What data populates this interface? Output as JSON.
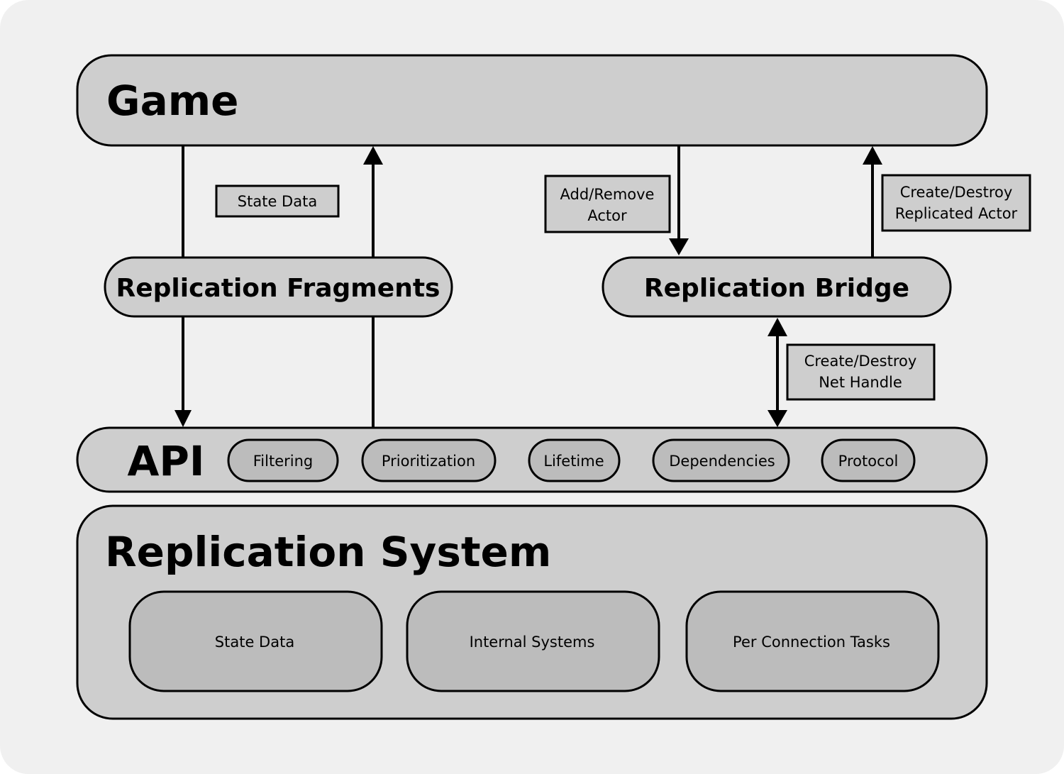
{
  "game": {
    "title": "Game"
  },
  "replication_fragments": {
    "title": "Replication Fragments"
  },
  "replication_bridge": {
    "title": "Replication Bridge"
  },
  "labels": {
    "state_data": "State Data",
    "add_remove_actor": [
      "Add/Remove",
      "Actor"
    ],
    "create_destroy_replicated_actor": [
      "Create/Destroy",
      "Replicated Actor"
    ],
    "create_destroy_net_handle": [
      "Create/Destroy",
      "Net Handle"
    ]
  },
  "api": {
    "title": "API",
    "items": [
      "Filtering",
      "Prioritization",
      "Lifetime",
      "Dependencies",
      "Protocol"
    ]
  },
  "replication_system": {
    "title": "Replication System",
    "components": [
      "State Data",
      "Internal Systems",
      "Per Connection Tasks"
    ]
  },
  "colors": {
    "background": "#f0f0f0",
    "box_fill": "#cecece",
    "subbox_fill": "#bcbcbc",
    "stroke": "#000000"
  }
}
